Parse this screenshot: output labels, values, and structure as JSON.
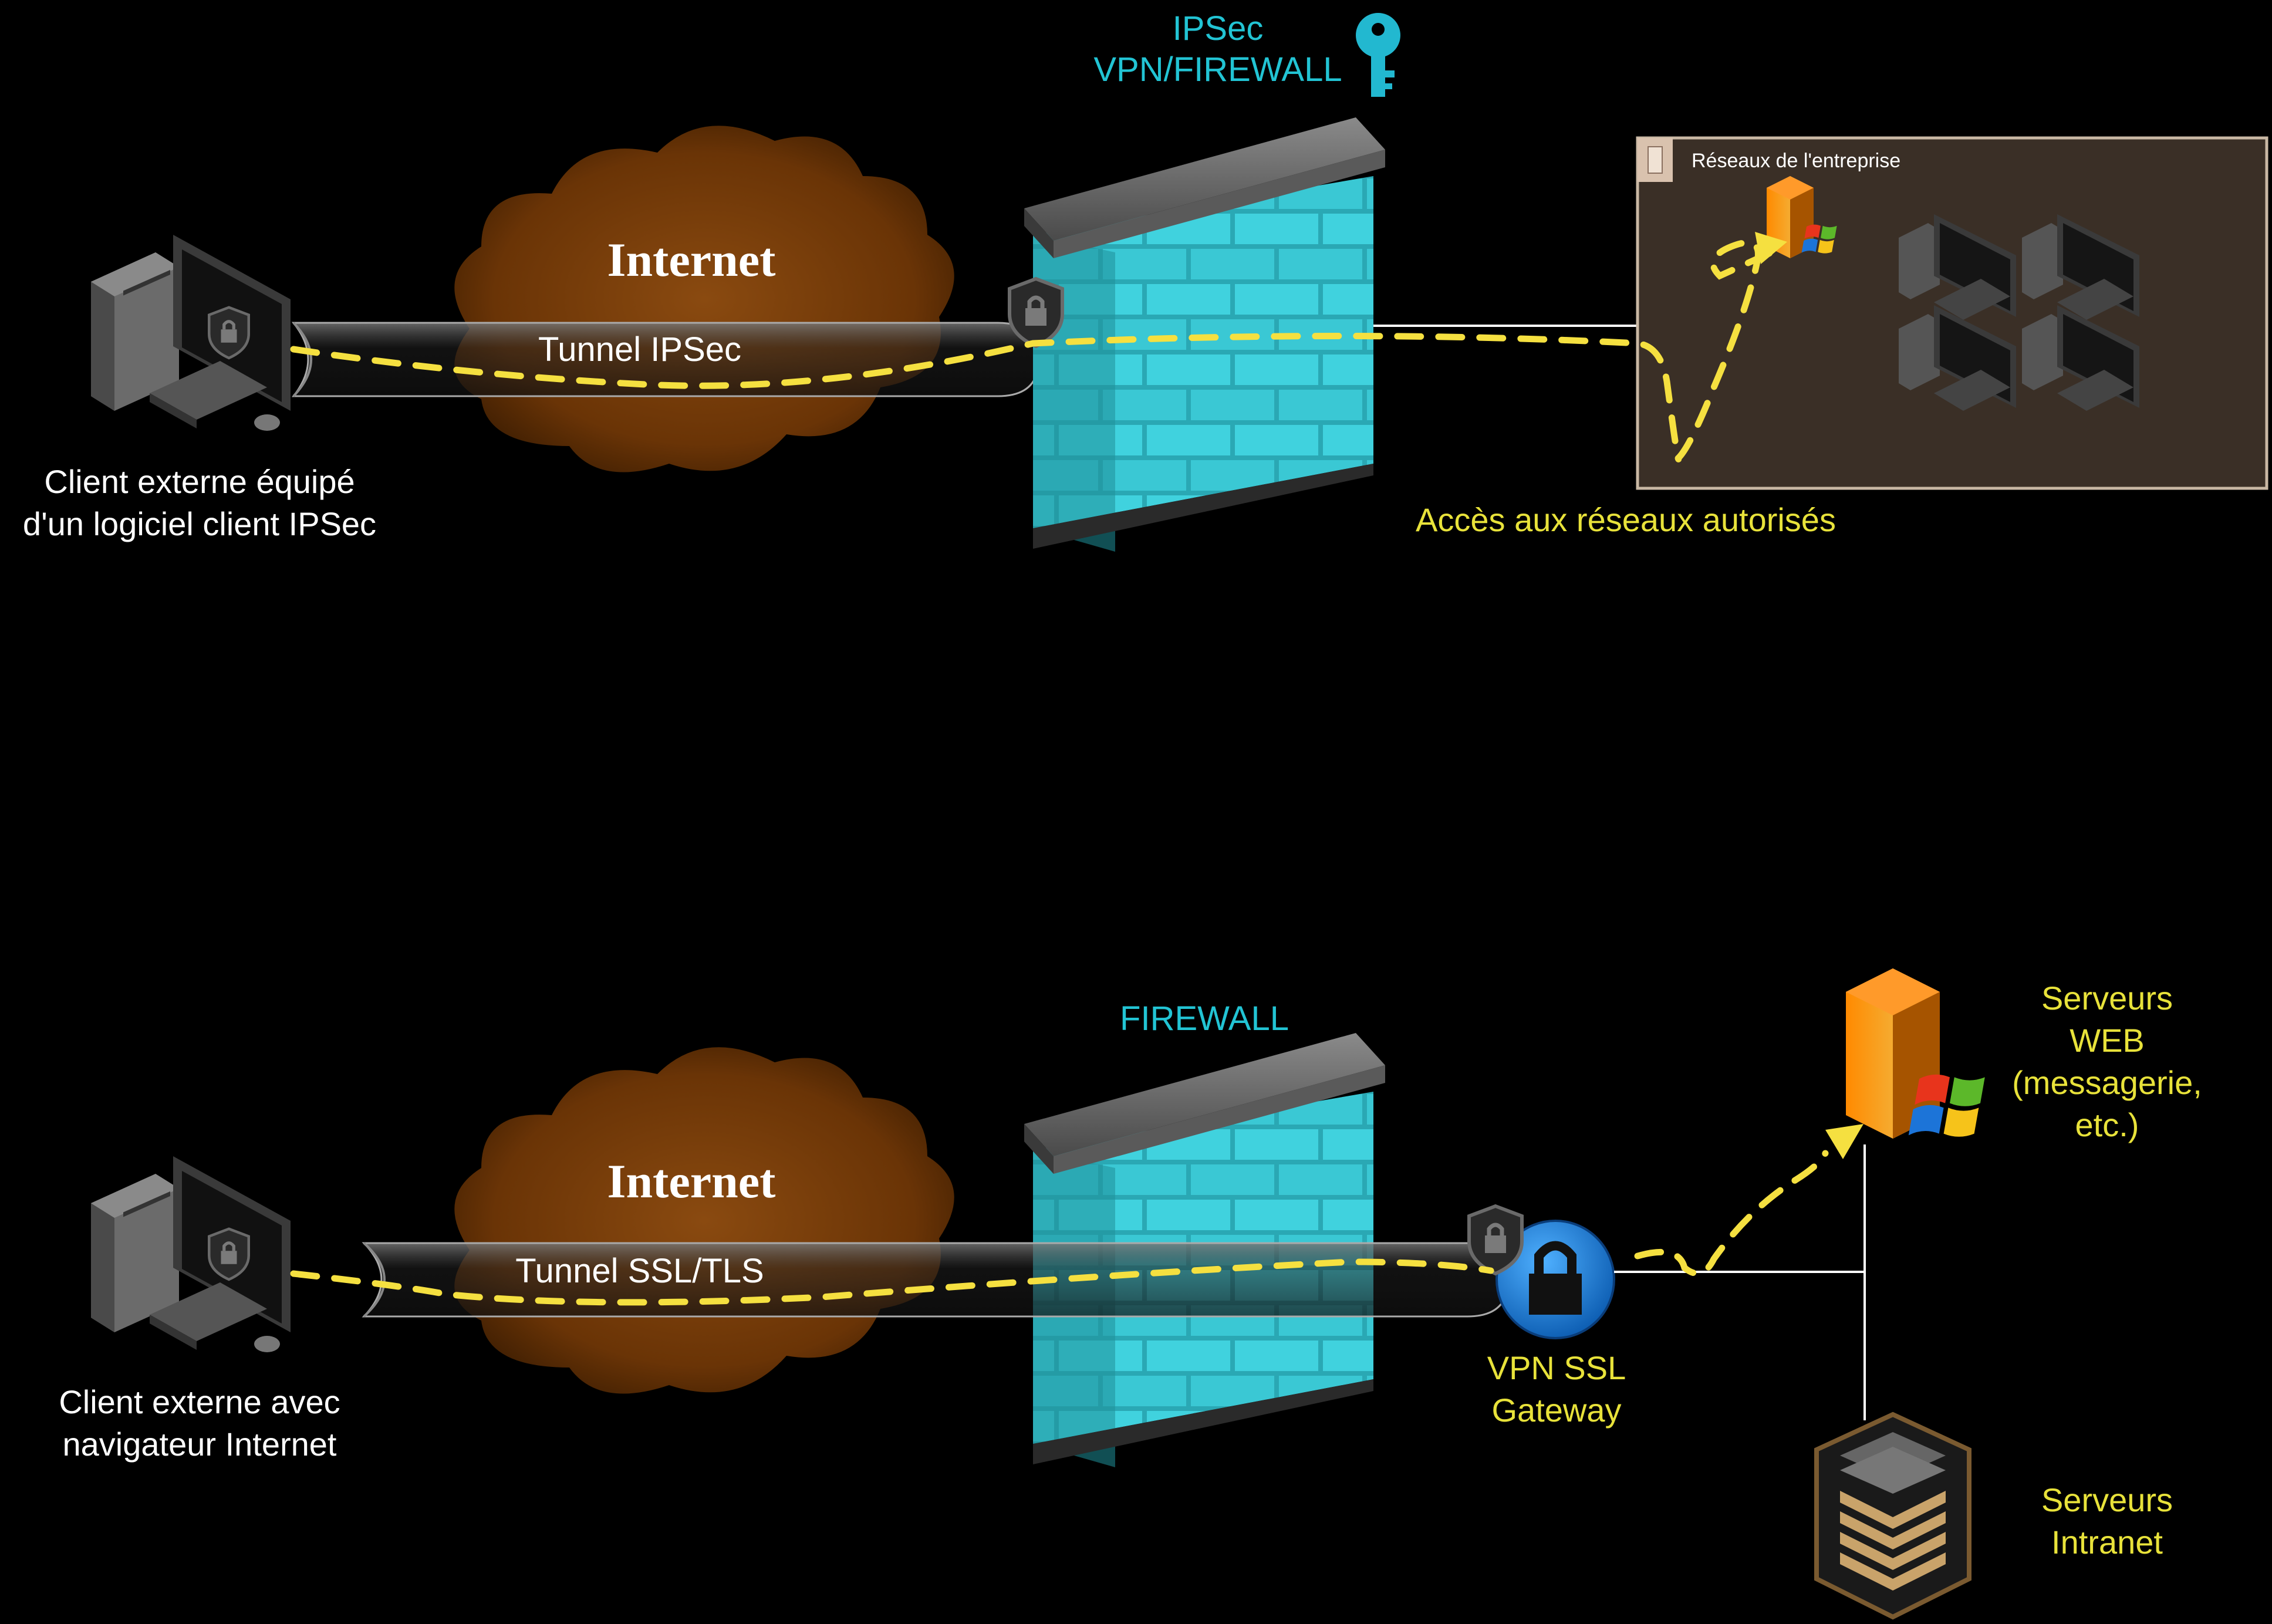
{
  "top": {
    "firewall_label_line1": "IPSec",
    "firewall_label_line2": "VPN/FIREWALL",
    "cloud_label": "Internet",
    "tunnel_label": "Tunnel IPSec",
    "client_label_line1": "Client externe équipé",
    "client_label_line2": "d'un logiciel client IPSec",
    "network_box_title": "Réseaux de l'entreprise",
    "access_label": "Accès aux réseaux autorisés"
  },
  "bottom": {
    "firewall_label": "FIREWALL",
    "cloud_label": "Internet",
    "tunnel_label": "Tunnel SSL/TLS",
    "client_label_line1": "Client externe avec",
    "client_label_line2": "navigateur Internet",
    "gateway_label_line1": "VPN SSL",
    "gateway_label_line2": "Gateway",
    "web_servers_label": [
      "Serveurs",
      "WEB",
      "(messagerie,",
      "etc.)"
    ],
    "intranet_servers_label": [
      "Serveurs",
      "Intranet"
    ]
  },
  "colors": {
    "cyan_label": "#22c4d4",
    "yellow_label": "#e8e23a",
    "path_dash": "#f5e040",
    "brick": "#3ed0dc",
    "cloud": "#7a3d0a",
    "network_box": "#3a2f26",
    "gateway_blue": "#1f7fd6"
  },
  "icons": [
    "key-icon",
    "shield-lock-icon",
    "computer-icon",
    "server-icon",
    "windows-logo-icon",
    "padlock-icon",
    "server-rack-icon"
  ]
}
